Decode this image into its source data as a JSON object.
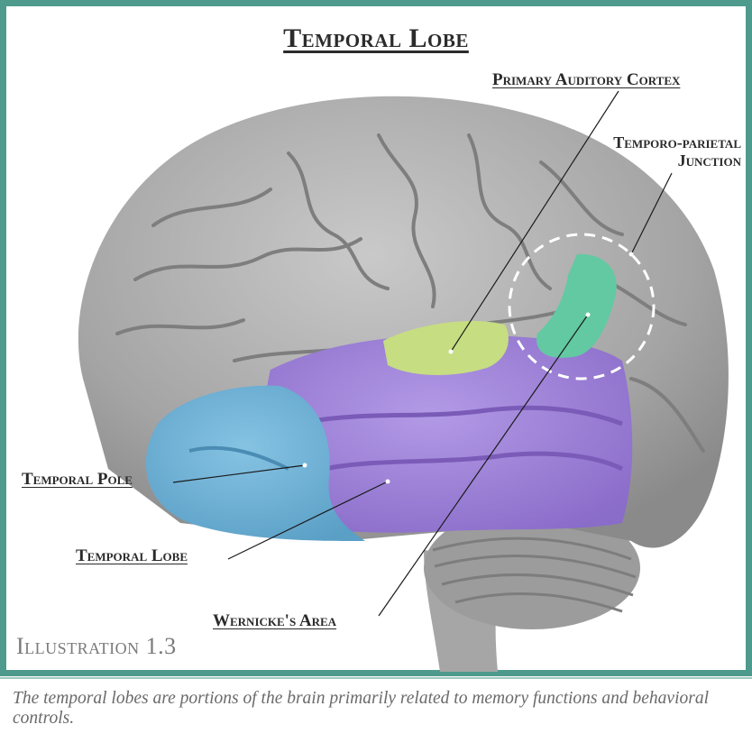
{
  "title": "Temporal Lobe",
  "labels": {
    "primary_auditory_cortex": "Primary Auditory Cortex",
    "temporo_parietal_line1": "Temporo-parietal",
    "temporo_parietal_line2": "Junction",
    "temporal_pole": "Temporal Pole",
    "temporal_lobe": "Temporal Lobe",
    "wernickes_area": "Wernicke's Area"
  },
  "illustration_label": "Illustration 1.3",
  "caption": "The temporal lobes are portions of the brain primarily related to memory functions and behavioral controls.",
  "colors": {
    "frame": "#4e9a8c",
    "brain_gray": "#a9a9a9",
    "temporal_lobe": "#9a7fd6",
    "temporal_pole": "#6fb0d6",
    "auditory_cortex": "#c6dd82",
    "tpj": "#62c9a3"
  }
}
